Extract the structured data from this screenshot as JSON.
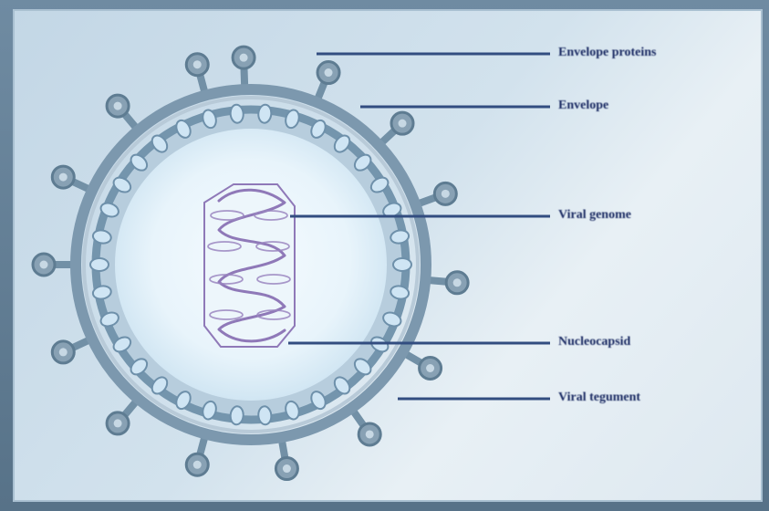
{
  "labels": {
    "envelope_proteins": "Envelope proteins",
    "envelope": "Envelope",
    "viral_genome": "Viral genome",
    "nucleocapsid": "Nucleocapsid",
    "viral_tegument": "Viral tegument"
  },
  "colors": {
    "background": "#d2e2ed",
    "ink": "#1b2b63",
    "spike": "#6d8aa1",
    "membrane": "#6f8ea8",
    "capsomere": "#c9e2f3",
    "genome": "#8f79b8"
  }
}
